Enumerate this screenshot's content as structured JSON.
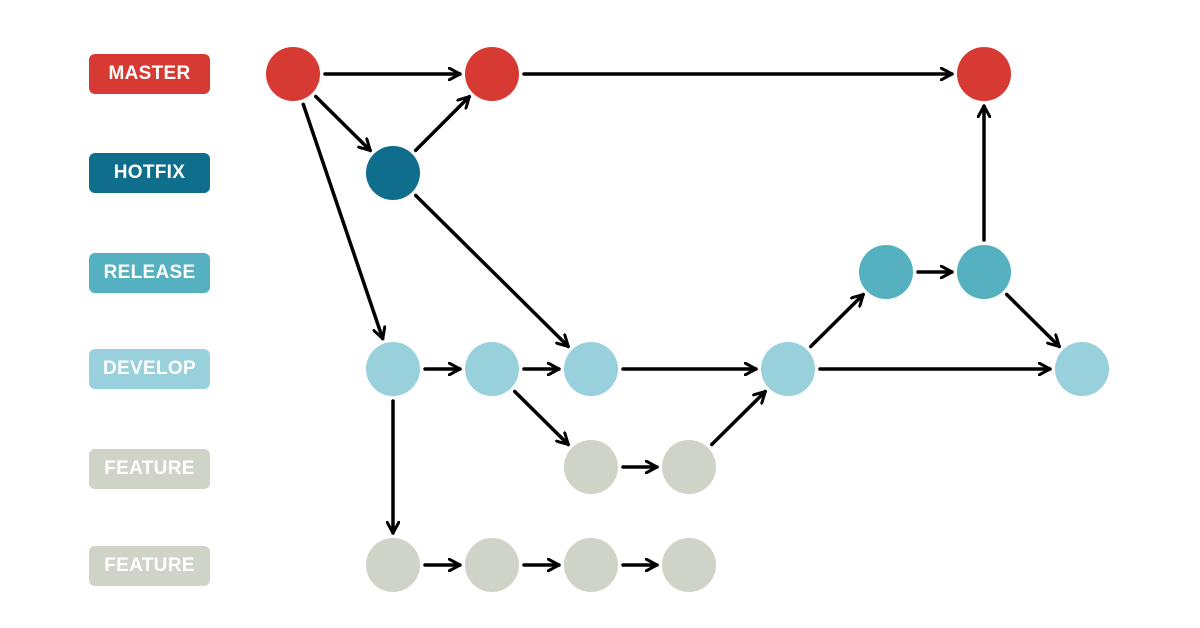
{
  "lanes": [
    {
      "id": "master",
      "label": "MASTER",
      "color": "#d63a33"
    },
    {
      "id": "hotfix",
      "label": "HOTFIX",
      "color": "#0e6e8c"
    },
    {
      "id": "release",
      "label": "RELEASE",
      "color": "#55b1c0"
    },
    {
      "id": "develop",
      "label": "DEVELOP",
      "color": "#98d0db"
    },
    {
      "id": "feature1",
      "label": "FEATURE",
      "color": "#d0d3c7"
    },
    {
      "id": "feature2",
      "label": "FEATURE",
      "color": "#d0d3c7"
    }
  ],
  "nodes": [
    {
      "id": "m1",
      "lane": "master"
    },
    {
      "id": "m2",
      "lane": "master"
    },
    {
      "id": "m3",
      "lane": "master"
    },
    {
      "id": "h1",
      "lane": "hotfix"
    },
    {
      "id": "r1",
      "lane": "release"
    },
    {
      "id": "r2",
      "lane": "release"
    },
    {
      "id": "d1",
      "lane": "develop"
    },
    {
      "id": "d2",
      "lane": "develop"
    },
    {
      "id": "d3",
      "lane": "develop"
    },
    {
      "id": "d4",
      "lane": "develop"
    },
    {
      "id": "d5",
      "lane": "develop"
    },
    {
      "id": "f1a",
      "lane": "feature1"
    },
    {
      "id": "f1b",
      "lane": "feature1"
    },
    {
      "id": "f2a",
      "lane": "feature2"
    },
    {
      "id": "f2b",
      "lane": "feature2"
    },
    {
      "id": "f2c",
      "lane": "feature2"
    },
    {
      "id": "f2d",
      "lane": "feature2"
    }
  ],
  "edges": [
    [
      "m1",
      "m2"
    ],
    [
      "m2",
      "m3"
    ],
    [
      "m1",
      "h1"
    ],
    [
      "h1",
      "m2"
    ],
    [
      "m1",
      "d1"
    ],
    [
      "h1",
      "d3"
    ],
    [
      "d1",
      "d2"
    ],
    [
      "d2",
      "d3"
    ],
    [
      "d3",
      "d4"
    ],
    [
      "d4",
      "d5"
    ],
    [
      "d2",
      "f1a"
    ],
    [
      "f1a",
      "f1b"
    ],
    [
      "f1b",
      "d4"
    ],
    [
      "d4",
      "r1"
    ],
    [
      "r1",
      "r2"
    ],
    [
      "r2",
      "m3"
    ],
    [
      "r2",
      "d5"
    ],
    [
      "d1",
      "f2a"
    ],
    [
      "f2a",
      "f2b"
    ],
    [
      "f2b",
      "f2c"
    ],
    [
      "f2c",
      "f2d"
    ]
  ]
}
